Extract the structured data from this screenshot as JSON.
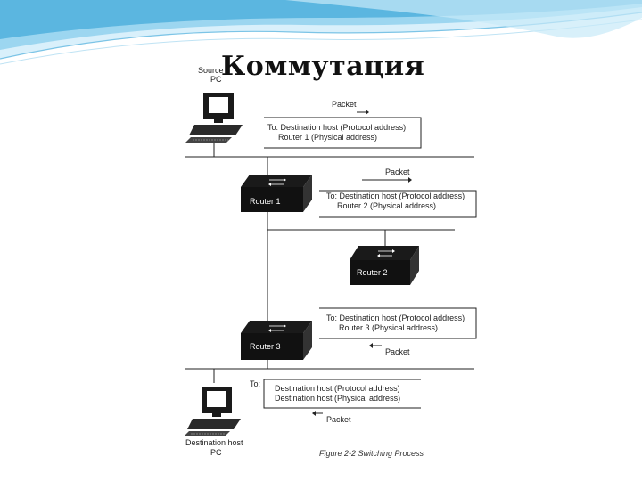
{
  "slide": {
    "title": "Коммутация",
    "colors": {
      "banner_light": "#d9f0fb",
      "banner_mid": "#9cd6f0",
      "banner_dark": "#5bb6e0",
      "figure_ink": "#111111"
    }
  },
  "figure": {
    "source_label": "Source\nPC",
    "destination_label": "Destination host\nPC",
    "routers": [
      "Router 1",
      "Router 2",
      "Router 3"
    ],
    "packet_labels": [
      "Packet",
      "Packet",
      "Packet",
      "Packet"
    ],
    "boxes": [
      {
        "line1": "To: Destination host (Protocol address)",
        "line2": "Router 1 (Physical address)"
      },
      {
        "line1": "To: Destination host (Protocol address)",
        "line2": "Router 2 (Physical address)"
      },
      {
        "line1": "To: Destination host (Protocol address)",
        "line2": "Router 3 (Physical address)"
      },
      {
        "line1": "Destination host (Protocol address)",
        "line2": "Destination host (Physical address)"
      }
    ],
    "to_fragment": "To:",
    "caption": "Figure 2-2 Switching Process",
    "icons": [
      "computer-icon",
      "router-icon"
    ]
  }
}
